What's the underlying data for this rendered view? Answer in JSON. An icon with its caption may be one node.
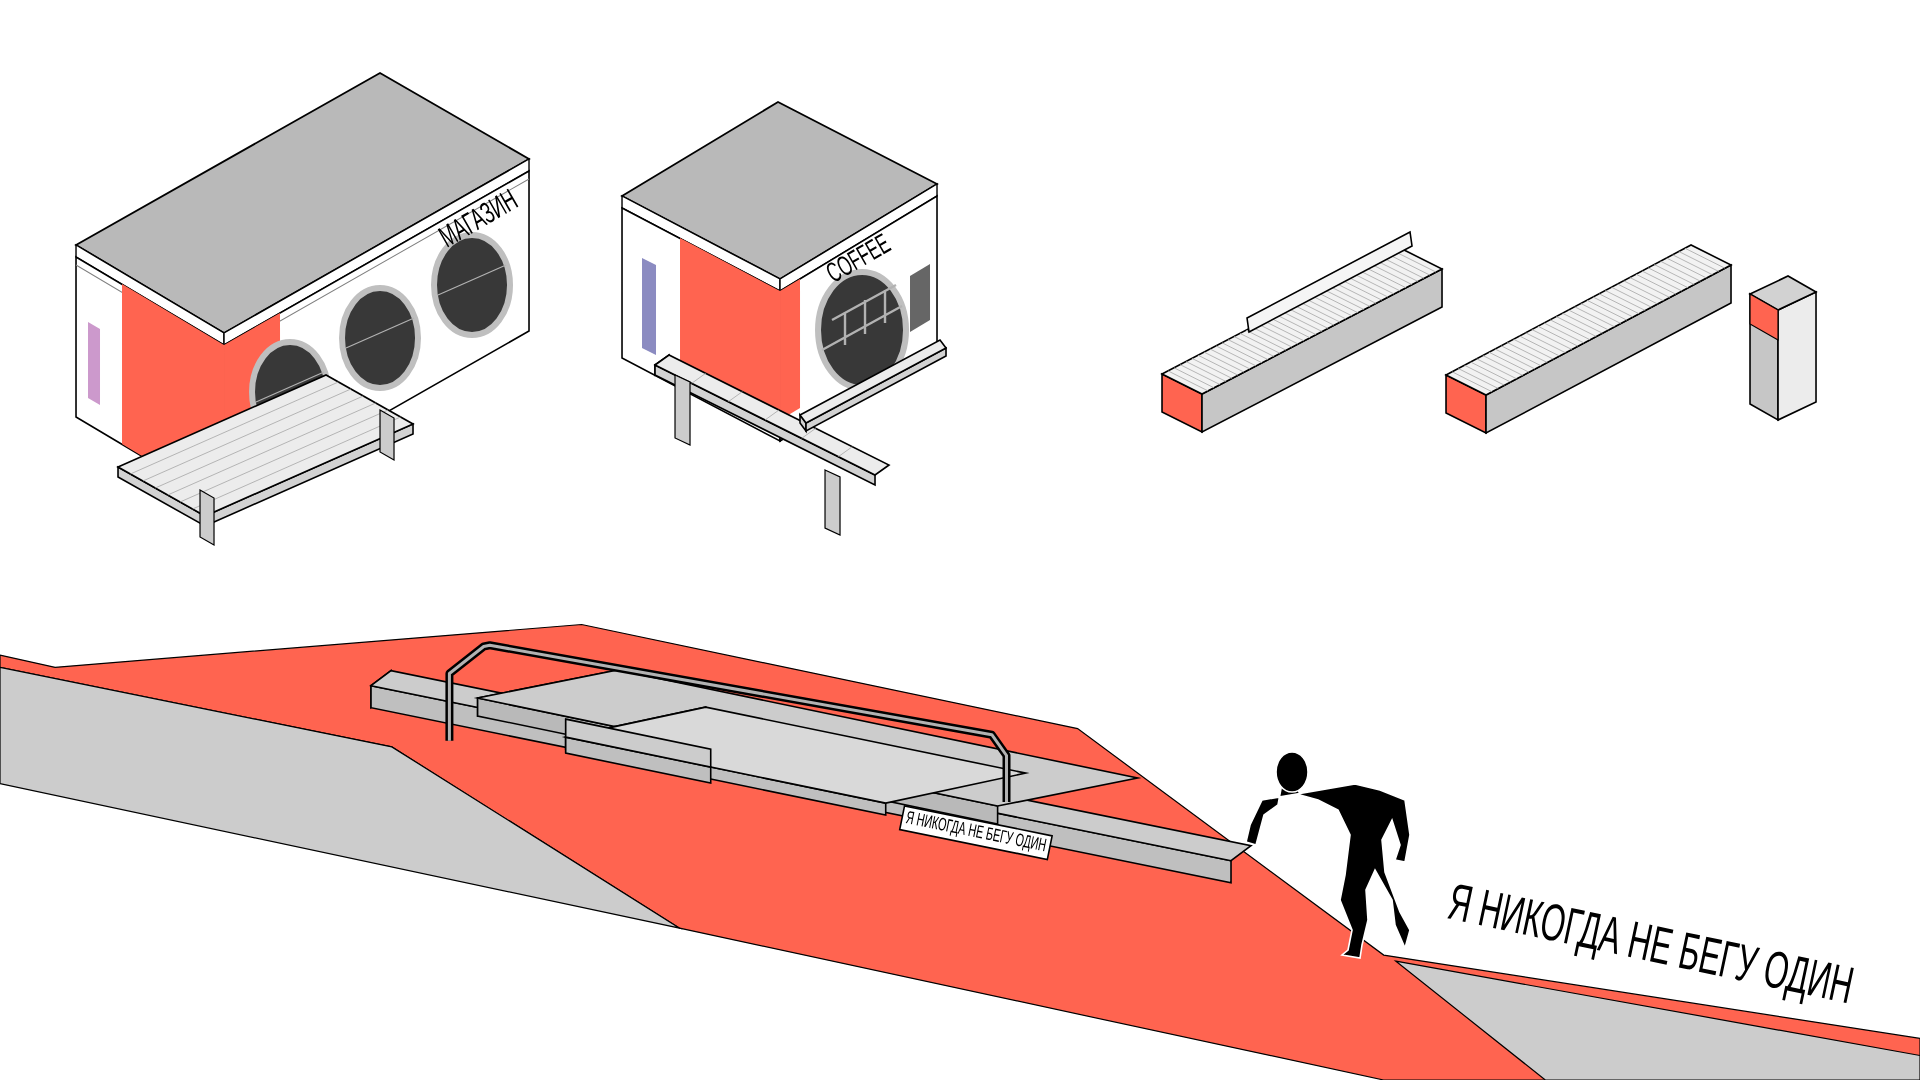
{
  "diagram": {
    "labels": [
      "МАГАЗИН",
      "COFFEE",
      "Я НИКОГДА НЕ БЕГУ ОДИН",
      "Я НИКОГДА НЕ БЕГУ ОДИН"
    ]
  }
}
